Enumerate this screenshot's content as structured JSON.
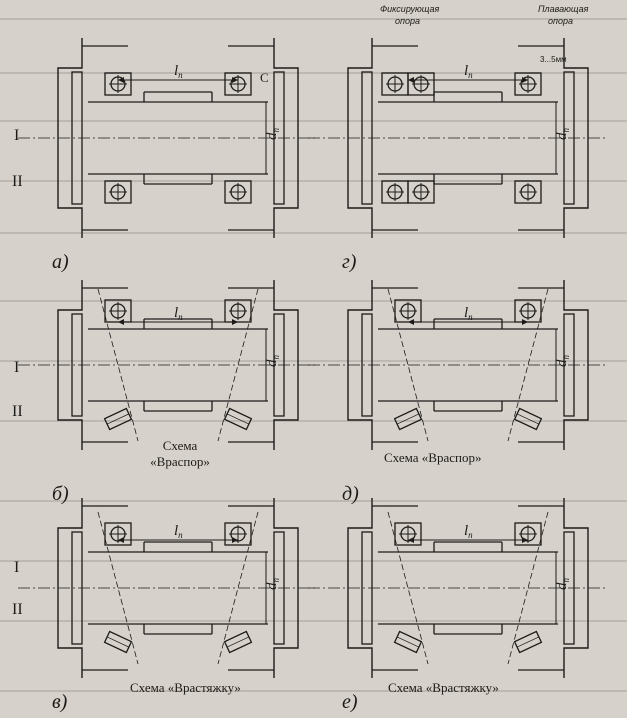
{
  "header": {
    "fixed_support": "Фиксирующая\nопора",
    "floating_support": "Плавающая\nопора",
    "gap": "3...5мм"
  },
  "row_labels": {
    "row1": "I",
    "row2": "II"
  },
  "dimension_labels": {
    "length": "l",
    "length_sub": "п",
    "diameter": "d",
    "diameter_sub": "п",
    "clearance": "C"
  },
  "panels": [
    {
      "letter": "а)",
      "caption": ""
    },
    {
      "letter": "г)",
      "caption": ""
    },
    {
      "letter": "б)",
      "caption": "Схема\n«Враспор»"
    },
    {
      "letter": "д)",
      "caption": "Схема «Враспор»"
    },
    {
      "letter": "в)",
      "caption": "Схема «Врастяжку»"
    },
    {
      "letter": "е)",
      "caption": "Схема «Врастяжку»"
    }
  ],
  "colors": {
    "ink": "#1d1b19",
    "paper": "#d6d2cb"
  }
}
